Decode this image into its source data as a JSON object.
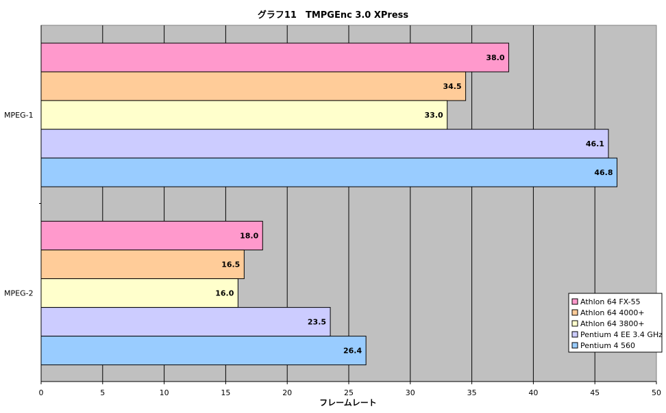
{
  "chart_data": {
    "type": "bar",
    "orientation": "horizontal",
    "title": "グラフ11　TMPGEnc 3.0 XPress",
    "xlabel": "フレームレート",
    "ylabel": "",
    "xlim": [
      0,
      50
    ],
    "xticks": [
      0,
      5,
      10,
      15,
      20,
      25,
      30,
      35,
      40,
      45,
      50
    ],
    "grid": true,
    "legend_position": "bottom-right",
    "categories": [
      "MPEG-1",
      "MPEG-2"
    ],
    "series": [
      {
        "name": "Athlon 64 FX-55",
        "color": "#FF99CC",
        "values": [
          38.0,
          18.0
        ],
        "labels": [
          "38.0",
          "18.0"
        ]
      },
      {
        "name": "Athlon 64 4000+",
        "color": "#FFCC99",
        "values": [
          34.5,
          16.5
        ],
        "labels": [
          "34.5",
          "16.5"
        ]
      },
      {
        "name": "Athlon 64 3800+",
        "color": "#FFFFCC",
        "values": [
          33.0,
          16.0
        ],
        "labels": [
          "33.0",
          "16.0"
        ]
      },
      {
        "name": "Pentium 4 EE 3.4 GHz",
        "color": "#CCCCFF",
        "values": [
          46.1,
          23.5
        ],
        "labels": [
          "46.1",
          "23.5"
        ]
      },
      {
        "name": "Pentium 4 560",
        "color": "#99CCFF",
        "values": [
          46.8,
          26.4
        ],
        "labels": [
          "46.8",
          "26.4"
        ]
      }
    ],
    "plot_background": "#C0C0C0"
  }
}
